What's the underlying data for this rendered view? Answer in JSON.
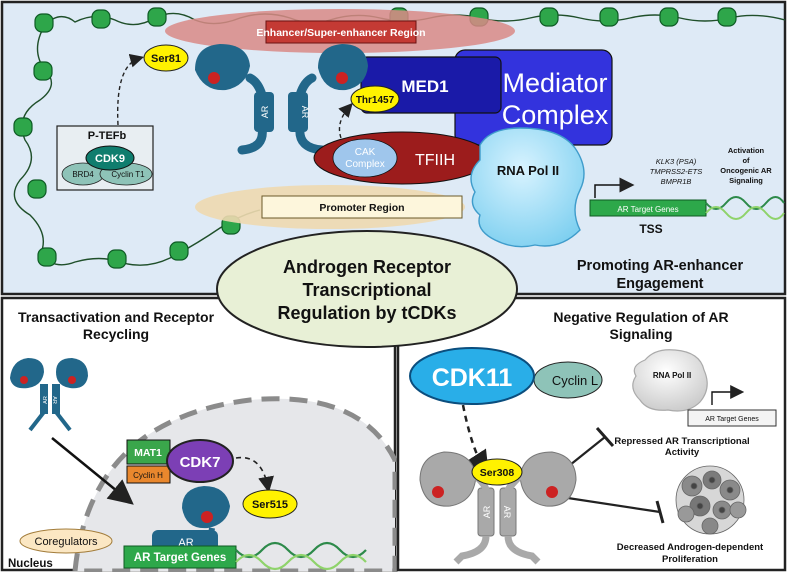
{
  "title": {
    "line1": "Androgen Receptor",
    "line2": "Transcriptional",
    "line3": "Regulation by tCDKs"
  },
  "top_panel": {
    "enhancer_label": "Enhancer/Super-enhancer Region",
    "ser81": "Ser81",
    "thr1457": "Thr1457",
    "med1": "MED1",
    "mediator_line1": "Mediator",
    "mediator_line2": "Complex",
    "ptefb": "P-TEFb",
    "cdk9": "CDK9",
    "brd4": "BRD4",
    "cyclin_t1": "Cyclin T1",
    "ar_left": "AR",
    "ar_right": "AR",
    "cak_line1": "CAK",
    "cak_line2": "Complex",
    "tfiih": "TFIIH",
    "rnapol": "RNA Pol II",
    "promoter": "Promoter Region",
    "genes_line1": "KLK3 (PSA)",
    "genes_line2": "TMPRSS2-ETS",
    "genes_line3": "BMPR1B",
    "activation_line1": "Activation",
    "activation_line2": "of",
    "activation_line3": "Oncogenic AR",
    "activation_line4": "Signaling",
    "ar_target_genes": "AR Target Genes",
    "tss": "TSS",
    "promoting_line1": "Promoting AR-enhancer",
    "promoting_line2": "Engagement"
  },
  "left_panel": {
    "title_line1": "Transactivation and Receptor",
    "title_line2": "Recycling",
    "ar_left": "AR",
    "ar_right": "AR",
    "mat1": "MAT1",
    "cyclin_h": "Cyclin H",
    "cdk7": "CDK7",
    "ser515": "Ser515",
    "ar": "AR",
    "coregulators": "Coregulators",
    "ar_target_genes": "AR Target Genes",
    "nucleus": "Nucleus"
  },
  "right_panel": {
    "title_line1": "Negative Regulation of AR",
    "title_line2": "Signaling",
    "cdk11": "CDK11",
    "cyclin_l": "Cyclin L",
    "rnapol": "RNA Pol II",
    "ar_target_genes": "AR Target Genes",
    "repressed_line1": "Repressed AR Transcriptional",
    "repressed_line2": "Activity",
    "ser308": "Ser308",
    "ar_left": "AR",
    "ar_right": "AR",
    "decreased_line1": "Decreased Androgen-dependent",
    "decreased_line2": "Proliferation"
  },
  "colors": {
    "panel_bg": "#deeaf6",
    "ar_protein": "#22678a",
    "phospho_yellow": "#fff200",
    "mediator_blue": "#3333dd",
    "med1_navy": "#1a1aa8",
    "tfiih_red": "#9c1c1c",
    "cdk7_purple": "#7c3fb5",
    "cdk11_blue": "#29aee8",
    "dna_green": "#2da84a",
    "enhancer_red": "#c43a34"
  }
}
